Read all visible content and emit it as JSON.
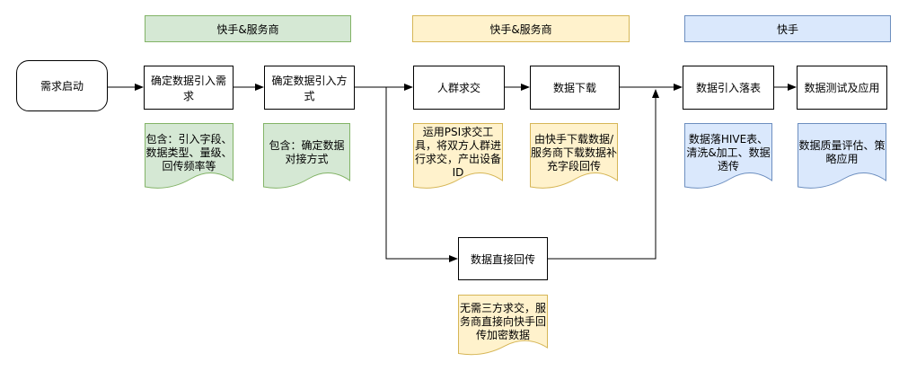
{
  "diagram": {
    "lanes": [
      {
        "label": "快手&服务商",
        "theme": "green"
      },
      {
        "label": "快手&服务商",
        "theme": "yellow"
      },
      {
        "label": "快手",
        "theme": "blue"
      }
    ],
    "nodes": [
      {
        "label": "需求启动",
        "shape": "rounded"
      },
      {
        "label": "确定数据引入需求",
        "shape": "rect"
      },
      {
        "label": "确定数据引入方式",
        "shape": "rect"
      },
      {
        "label": "人群求交",
        "shape": "rect"
      },
      {
        "label": "数据下载",
        "shape": "rect"
      },
      {
        "label": "数据引入落表",
        "shape": "rect"
      },
      {
        "label": "数据测试及应用",
        "shape": "rect"
      },
      {
        "label": "数据直接回传",
        "shape": "rect"
      }
    ],
    "notes": [
      {
        "text": "包含：引入字段、数据类型、量级、回传频率等",
        "theme": "green"
      },
      {
        "text": "包含：确定数据对接方式",
        "theme": "green"
      },
      {
        "text": "运用PSI求交工具，将双方人群进行求交，产出设备ID",
        "theme": "yellow"
      },
      {
        "text": "由快手下载数据/服务商下载数据补充字段回传",
        "theme": "yellow"
      },
      {
        "text": "数据落HIVE表、清洗&加工、数据透传",
        "theme": "blue"
      },
      {
        "text": "数据质量评估、策略应用",
        "theme": "blue"
      },
      {
        "text": "无需三方求交，服务商直接向快手回传加密数据",
        "theme": "yellow"
      }
    ],
    "edges": [
      {
        "from": "需求启动",
        "to": "确定数据引入需求"
      },
      {
        "from": "确定数据引入需求",
        "to": "确定数据引入方式"
      },
      {
        "from": "确定数据引入方式",
        "to": "人群求交"
      },
      {
        "from": "人群求交",
        "to": "数据下载"
      },
      {
        "from": "数据下载",
        "to": "数据引入落表"
      },
      {
        "from": "数据引入落表",
        "to": "数据测试及应用"
      },
      {
        "from": "确定数据引入方式",
        "to": "数据直接回传"
      },
      {
        "from": "数据直接回传",
        "to": "数据引入落表"
      }
    ]
  },
  "colors": {
    "green_fill": "#d5e8d4",
    "green_border": "#82b366",
    "yellow_fill": "#fff2cc",
    "yellow_border": "#d6b656",
    "blue_fill": "#dae8fc",
    "blue_border": "#6c8ebf",
    "node_fill": "#ffffff",
    "node_border": "#000000",
    "connector": "#000000"
  }
}
